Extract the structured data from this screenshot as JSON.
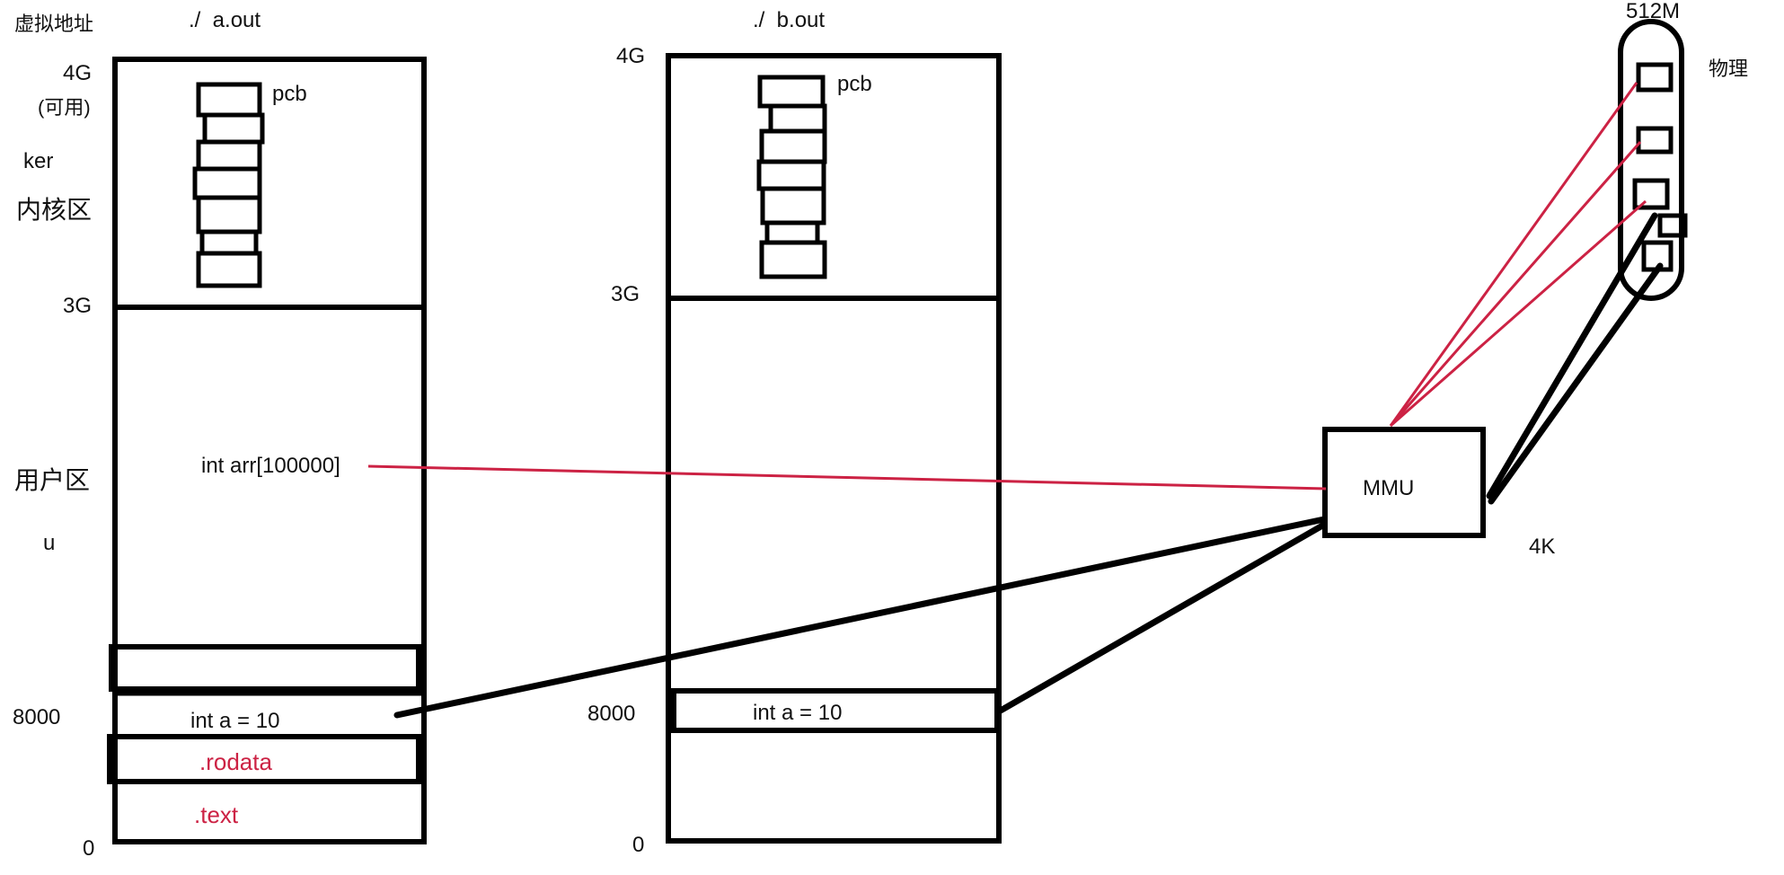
{
  "header": {
    "virtual_address_label": "虚拟地址",
    "process_a_title": "./  a.out",
    "process_b_title": "./  b.out"
  },
  "left_axis": {
    "tick_4g": "4G",
    "tick_4g_note": "(可用)",
    "kernel_en": "ker",
    "kernel_cn": "内核区",
    "tick_3g": "3G",
    "user_cn": "用户区",
    "user_en": "u",
    "tick_8000": "8000",
    "tick_0": "0"
  },
  "process_a": {
    "pcb_label": "pcb",
    "array_decl": "int arr[100000]",
    "var_decl": "int a = 10",
    "rodata_label": ".rodata",
    "text_label": ".text"
  },
  "process_b": {
    "tick_4g": "4G",
    "tick_3g": "3G",
    "pcb_label": "pcb",
    "tick_8000": "8000",
    "var_decl": "int a = 10",
    "tick_0": "0"
  },
  "mmu": {
    "label": "MMU",
    "page_size_label": "4K"
  },
  "physical_memory": {
    "size_label": "512M",
    "title": "物理"
  },
  "colors": {
    "outline": "#000000",
    "mapping_red": "#cc2244",
    "section_red": "#cc2244"
  }
}
